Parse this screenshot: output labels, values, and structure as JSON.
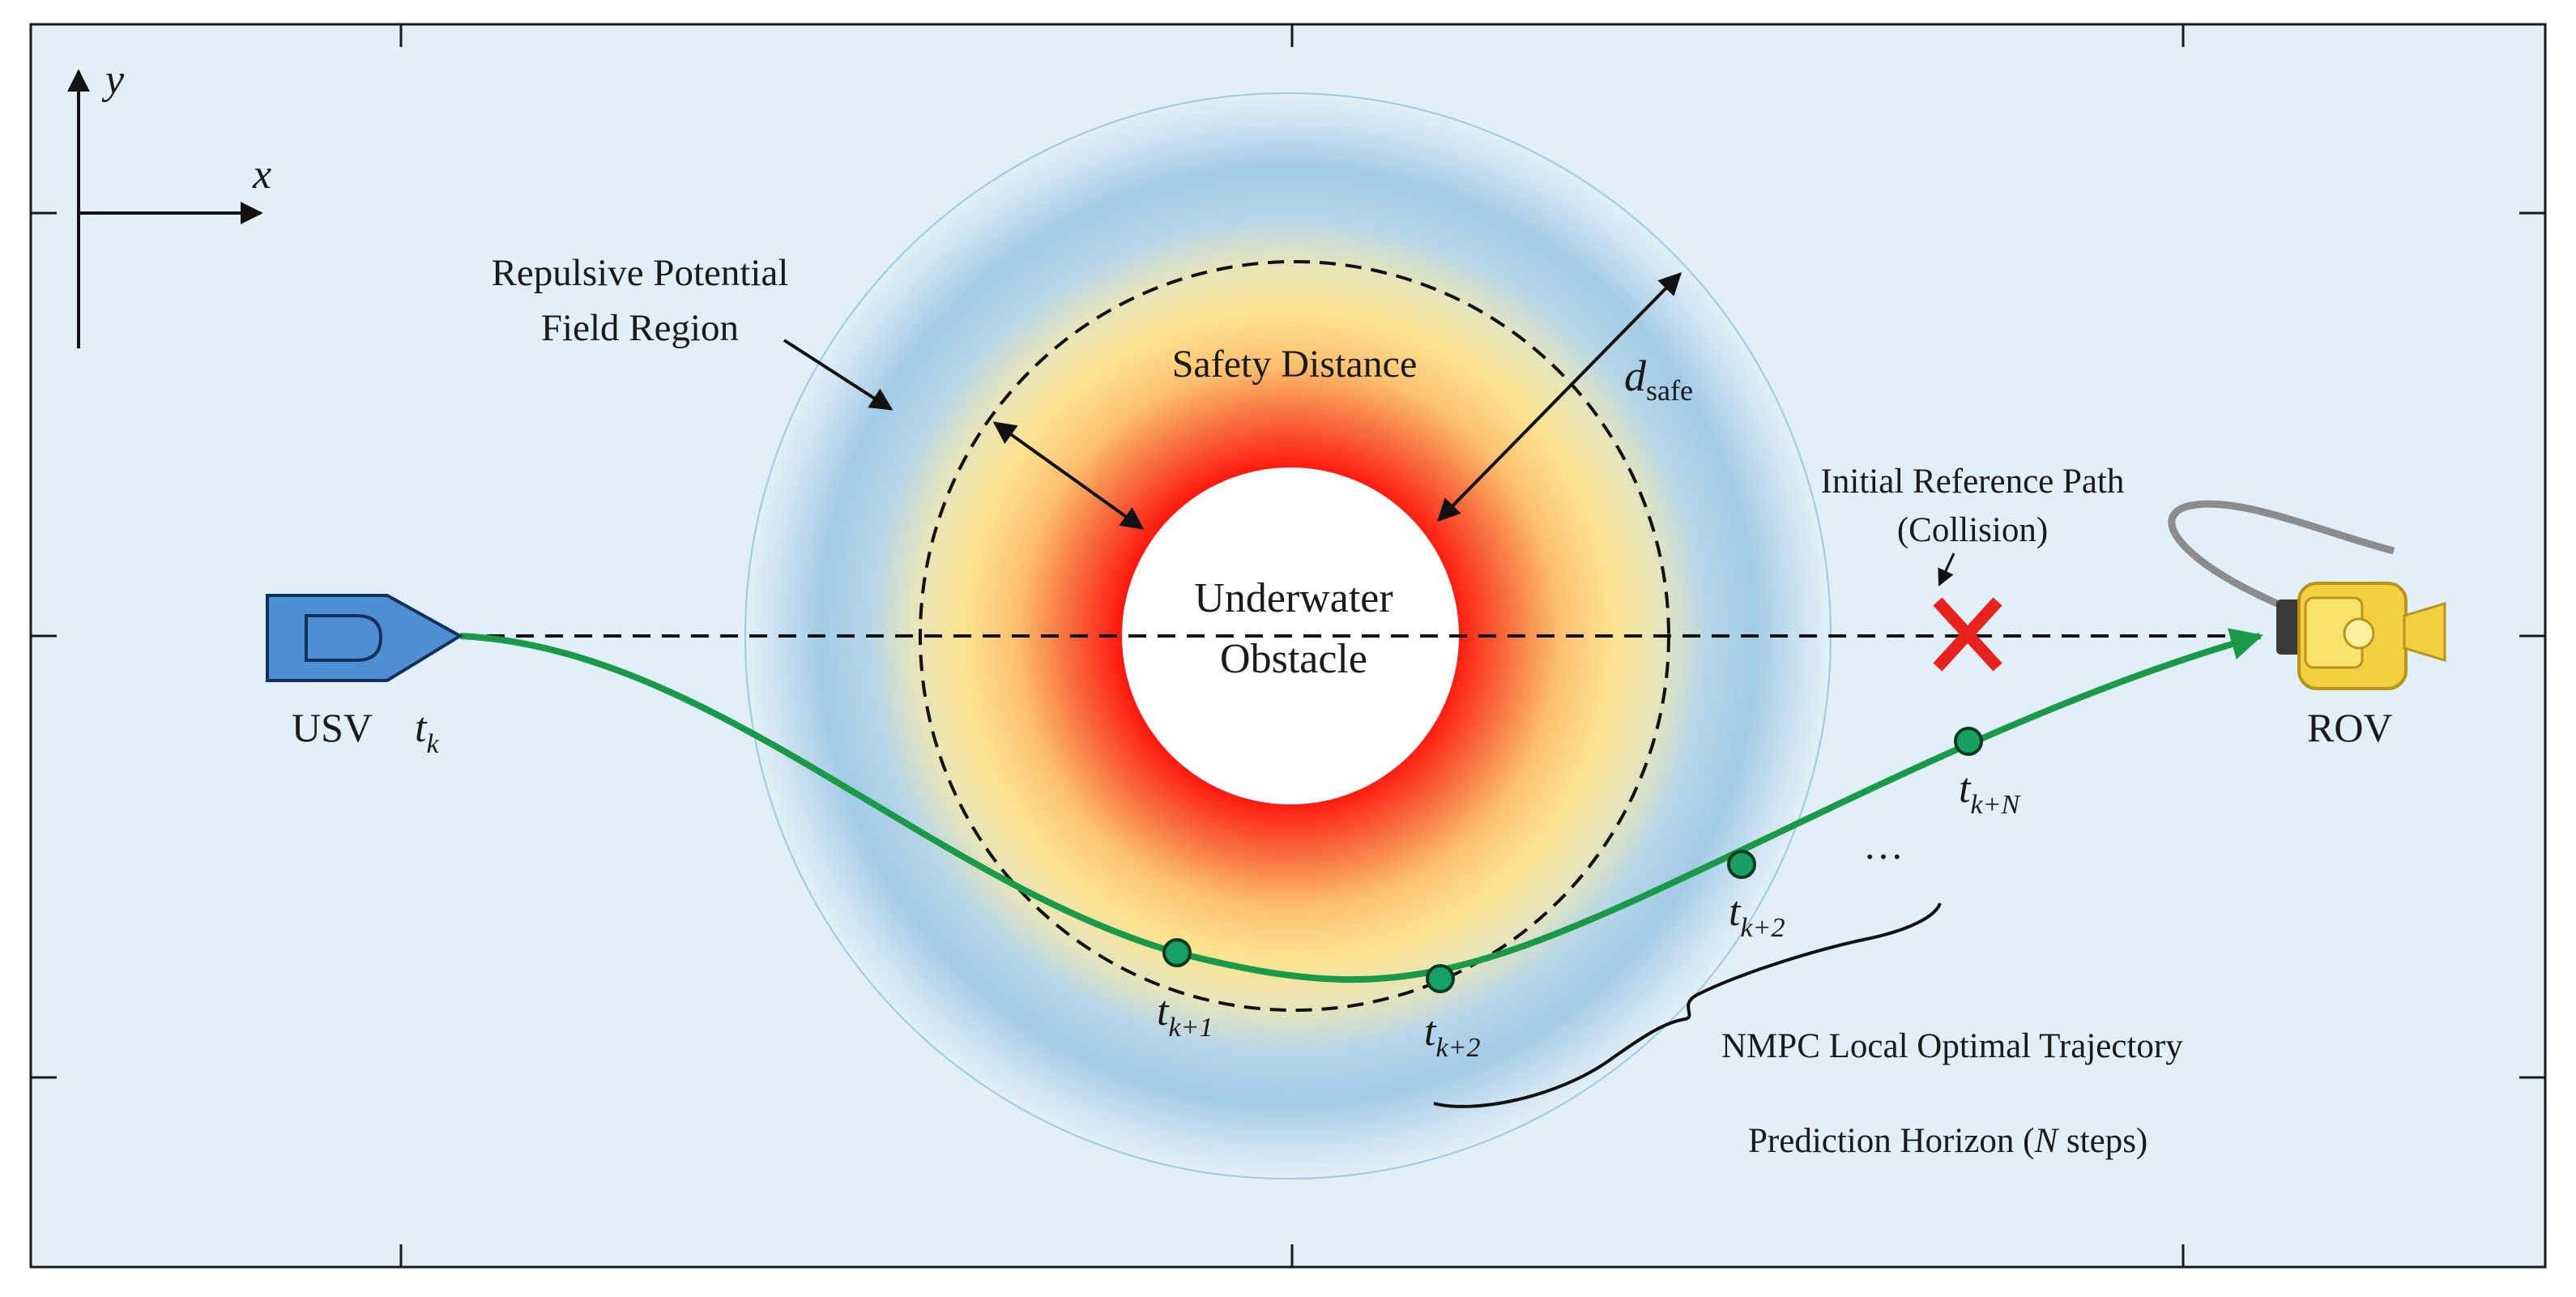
{
  "axes": {
    "x_label": "x",
    "y_label": "y"
  },
  "labels": {
    "repulsive_line1": "Repulsive Potential",
    "repulsive_line2": "Field Region",
    "safety_distance": "Safety Distance",
    "d_main": "d",
    "d_sub": "safe",
    "obstacle_line1": "Underwater",
    "obstacle_line2": "Obstacle",
    "reference_line1": "Initial Reference Path",
    "reference_line2": "(Collision)",
    "usv": "USV",
    "rov": "ROV",
    "nmpc": "NMPC Local Optimal Trajectory",
    "horizon_prefix": "Prediction Horizon (",
    "horizon_n": "N",
    "horizon_suffix": " steps)",
    "ellipsis": "…"
  },
  "time_labels": [
    {
      "id": "t_k",
      "main": "t",
      "sub": "k"
    },
    {
      "id": "t_k1",
      "main": "t",
      "sub": "k+1"
    },
    {
      "id": "t_k2_lower",
      "main": "t",
      "sub": "k+2"
    },
    {
      "id": "t_k2_right",
      "main": "t",
      "sub": "k+2"
    },
    {
      "id": "t_kN",
      "main": "t",
      "sub": "k+N"
    }
  ],
  "colors": {
    "background": "#e1eff8",
    "trajectory": "#1a9a48",
    "collision_mark": "#e8221e",
    "obstacle_ring_red": "#e8221e",
    "obstacle_ring_yellow": "#fde28a",
    "field_blue": "#a7cfe8",
    "usv": "#4f8ed0",
    "rov": "#f2d040"
  }
}
